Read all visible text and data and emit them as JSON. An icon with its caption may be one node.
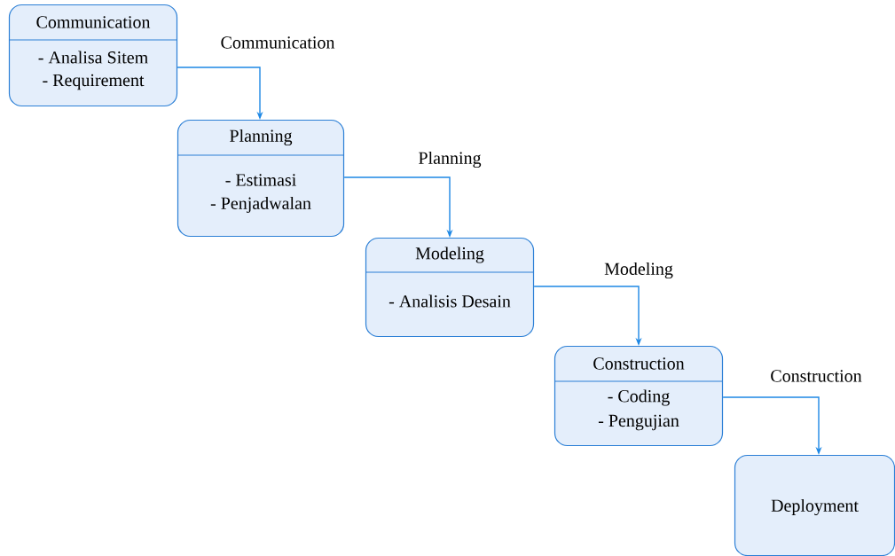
{
  "diagram": {
    "nodes": [
      {
        "text": [
          "Communication",
          "- Analisa Sitem",
          "- Requirement"
        ]
      },
      {
        "text": [
          "Planning",
          "- Estimasi",
          "- Penjadwalan"
        ]
      },
      {
        "text": [
          "Modeling",
          "- Analisis Desain"
        ]
      },
      {
        "text": [
          "Construction",
          "- Coding",
          "- Pengujian"
        ]
      },
      {
        "text": [
          "Deployment"
        ]
      }
    ],
    "edges": [
      {
        "from": 0,
        "to": 1,
        "arrow": "to",
        "label": "Communication"
      },
      {
        "from": 1,
        "to": 2,
        "arrow": "to",
        "label": "Planning"
      },
      {
        "from": 2,
        "to": 3,
        "arrow": "to",
        "label": "Modeling"
      },
      {
        "from": 3,
        "to": 4,
        "arrow": "to",
        "label": "Construction"
      }
    ]
  }
}
